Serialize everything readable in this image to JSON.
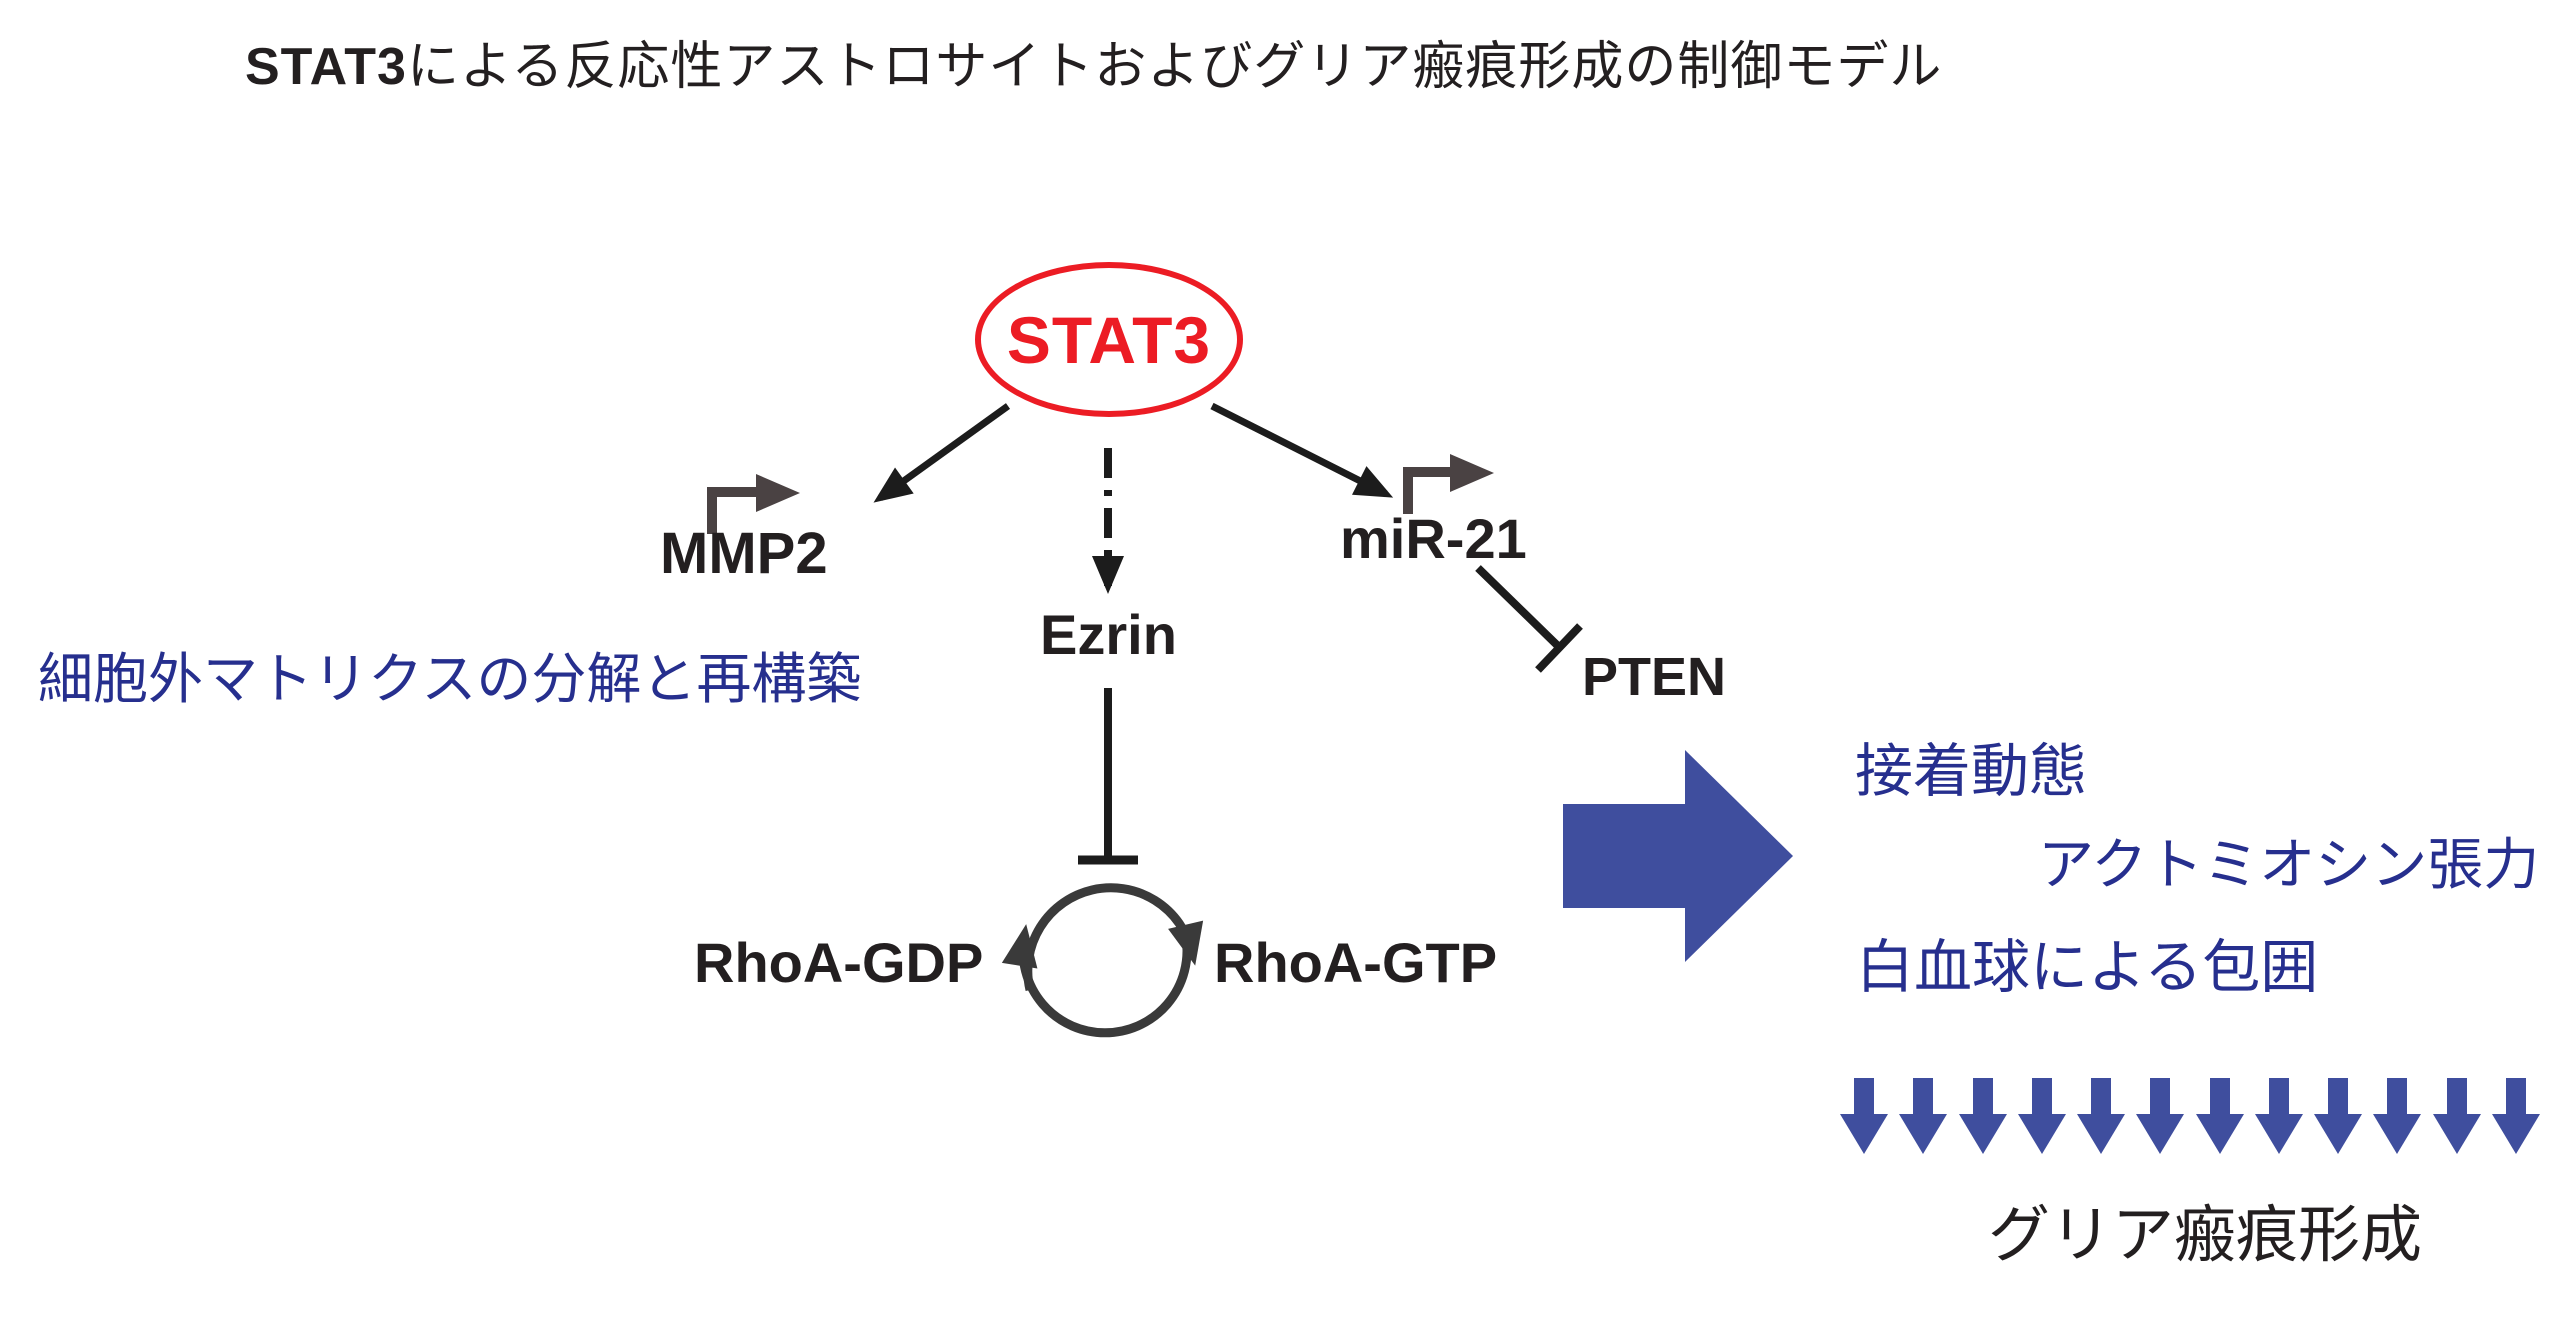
{
  "title": {
    "prefix": "STAT3",
    "rest": "による反応性アストロサイトおよびグリア瘢痕形成の制御モデル"
  },
  "nodes": {
    "stat3": "STAT3",
    "mmp2": "MMP2",
    "ezrin": "Ezrin",
    "mir21": "miR-21",
    "pten": "PTEN",
    "rhoa_gdp": "RhoA-GDP",
    "rhoa_gtp": "RhoA-GTP"
  },
  "labels": {
    "ecm": "細胞外マトリクスの分解と再構築",
    "adhesion": "接着動態",
    "actomyosin": "アクトミオシン張力",
    "leukocyte": "白血球による包囲",
    "outcome": "グリア瘢痕形成"
  },
  "icons": {
    "promoter_mmp2": "promoter-arrow-icon",
    "promoter_mir21": "promoter-arrow-icon",
    "cycle": "cycle-arrows-icon",
    "big_arrow": "right-block-arrow-icon",
    "down_arrow": "down-arrow-icon"
  },
  "down_arrows": {
    "count": 12
  },
  "colors": {
    "stat3_red": "#ec1c24",
    "navy_text": "#262f8e",
    "arrow_blue": "#3f4e9e",
    "black_ink": "#231f20",
    "promoter_gray": "#4a4243"
  }
}
